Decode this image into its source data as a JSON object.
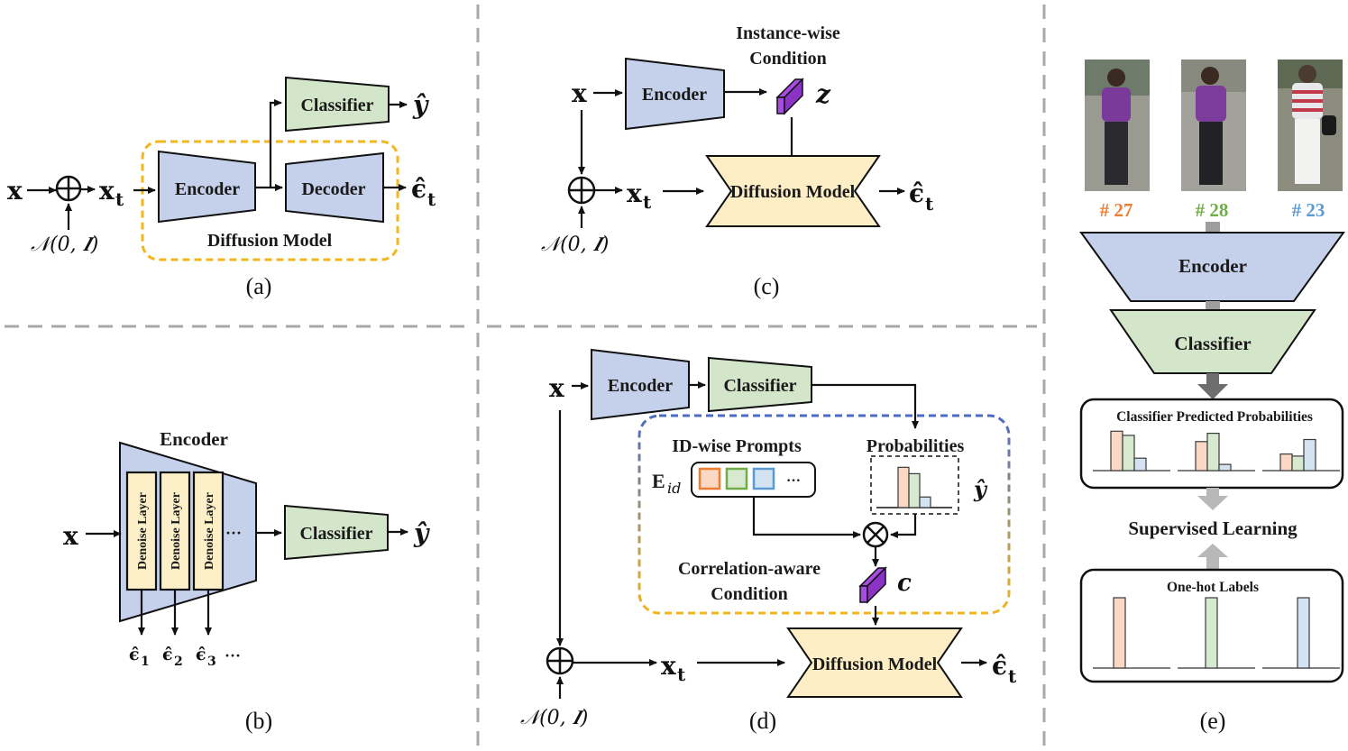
{
  "panel_a": {
    "caption": "(a)",
    "x": "x",
    "xt": "x",
    "xt_sub": "t",
    "noise": "𝒩(0, 𝑰)",
    "encoder": "Encoder",
    "decoder": "Decoder",
    "classifier": "Classifier",
    "container": "Diffusion Model",
    "y_hat": "ŷ",
    "eps_hat": "ϵ̂",
    "eps_sub": "t"
  },
  "panel_b": {
    "caption": "(b)",
    "x": "x",
    "encoder": "Encoder",
    "denoise": "Denoise Layer",
    "ellipsis": "···",
    "classifier": "Classifier",
    "y_hat": "ŷ",
    "eps_outputs": [
      "1",
      "2",
      "3"
    ],
    "eps_symbol": "ϵ̂",
    "eps_ellipsis": "···"
  },
  "panel_c": {
    "caption": "(c)",
    "title_line1": "Instance-wise",
    "title_line2": "Condition",
    "x": "x",
    "encoder": "Encoder",
    "z": "z",
    "diffusion": "Diffusion Model",
    "xt": "x",
    "xt_sub": "t",
    "noise": "𝒩(0, 𝑰)",
    "eps_hat": "ϵ̂",
    "eps_sub": "t"
  },
  "panel_d": {
    "caption": "(d)",
    "x": "x",
    "encoder": "Encoder",
    "classifier": "Classifier",
    "id_prompts": "ID-wise Prompts",
    "e_id": "E",
    "e_id_sub": "id",
    "prompt_ellipsis": "···",
    "probabilities": "Probabilities",
    "y_hat": "ŷ",
    "condition_line1": "Correlation-aware",
    "condition_line2": "Condition",
    "c": "c",
    "diffusion": "Diffusion Model",
    "xt": "x",
    "xt_sub": "t",
    "noise": "𝒩(0, 𝑰)",
    "eps_hat": "ϵ̂",
    "eps_sub": "t",
    "prob_bars": [
      0.95,
      0.8,
      0.25
    ]
  },
  "panel_e": {
    "caption": "(e)",
    "ids": [
      {
        "label": "# 27",
        "color": "#ed7d31"
      },
      {
        "label": "# 28",
        "color": "#70ad47"
      },
      {
        "label": "# 23",
        "color": "#5b9bd5"
      }
    ],
    "encoder": "Encoder",
    "classifier": "Classifier",
    "predicted_title": "Classifier Predicted Probabilities",
    "supervised": "Supervised Learning",
    "onehot_title": "One-hot Labels",
    "predicted_groups": [
      [
        0.95,
        0.85,
        0.3
      ],
      [
        0.7,
        0.9,
        0.15
      ],
      [
        0.4,
        0.35,
        0.75
      ]
    ],
    "onehot_groups": [
      [
        1,
        0,
        0
      ],
      [
        0,
        1,
        0
      ],
      [
        0,
        0,
        1
      ]
    ]
  },
  "colors": {
    "encoder_fill": "#c5d1eb",
    "classifier_fill": "#d4e6c9",
    "diffusion_fill": "#fdeec5",
    "denoise_fill": "#fdf0c8",
    "condition_purple": "#a64ce0",
    "dashed_gold": "#f2b71f",
    "dashed_blue": "#4d6bc4",
    "bar_orange": "#fbd8c3",
    "bar_green": "#d7ead0",
    "bar_blue": "#d4e3f2"
  }
}
